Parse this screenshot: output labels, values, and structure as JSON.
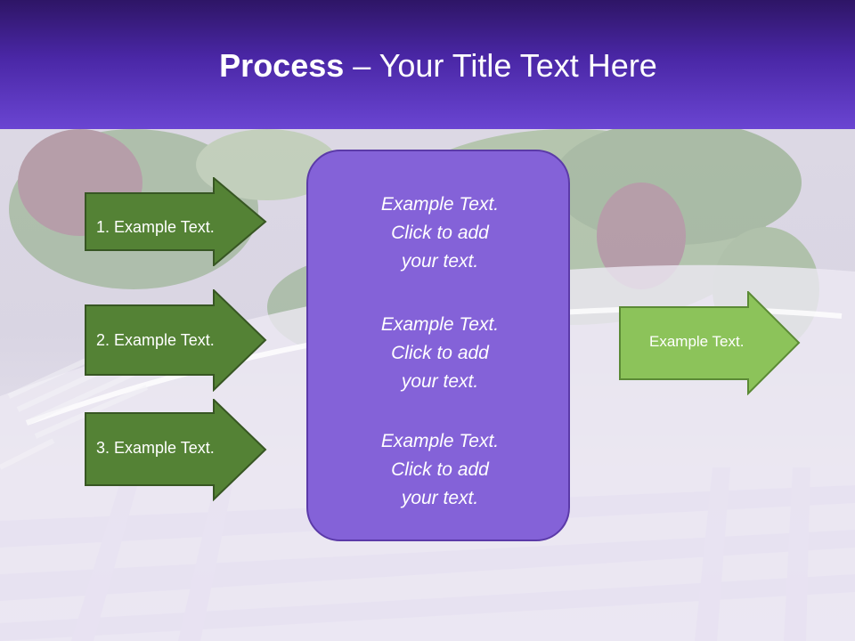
{
  "slide": {
    "title_bold": "Process",
    "title_rest": " – Your Title Text Here"
  },
  "left_arrows": [
    {
      "label": "1. Example Text."
    },
    {
      "label": "2. Example Text."
    },
    {
      "label": "3. Example Text."
    }
  ],
  "center_box": {
    "blocks": [
      {
        "line1": "Example Text.",
        "line2": "Click  to add",
        "line3": "your text."
      },
      {
        "line1": "Example Text.",
        "line2": "Click  to add",
        "line3": "your text."
      },
      {
        "line1": "Example Text.",
        "line2": "Click  to add",
        "line3": "your text."
      }
    ]
  },
  "right_arrow": {
    "label": "Example Text."
  },
  "colors": {
    "header_purple": "#4a27a6",
    "dark_green": "#548235",
    "light_green": "#8cc35a",
    "box_purple": "#8462d8"
  }
}
